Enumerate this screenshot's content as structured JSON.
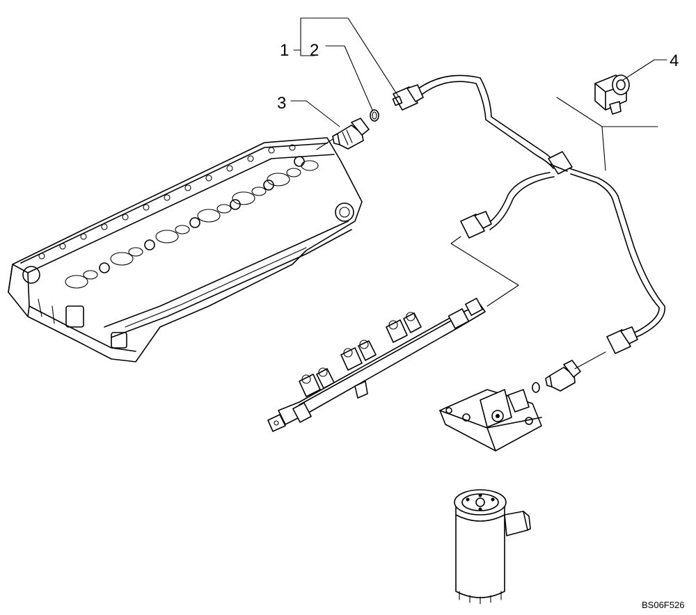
{
  "callouts": {
    "c1": "1",
    "c2": "2",
    "c3": "3",
    "c4": "4"
  },
  "figure_ref": "BS06F526"
}
